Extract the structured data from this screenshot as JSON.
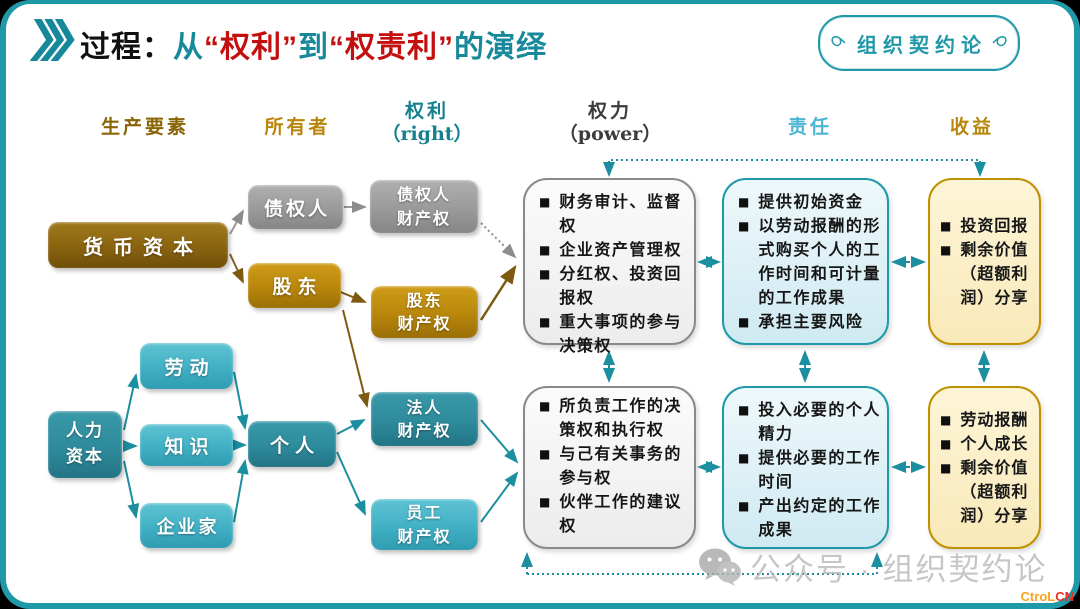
{
  "header": {
    "title_parts": [
      {
        "text": "过程：",
        "color": "#111111"
      },
      {
        "text": "从",
        "color": "#17899a"
      },
      {
        "text": "“权利”",
        "color": "#c40f0f"
      },
      {
        "text": "到",
        "color": "#17899a"
      },
      {
        "text": "“权责利”",
        "color": "#c40f0f"
      },
      {
        "text": "的演绎",
        "color": "#17899a"
      }
    ],
    "badge_label": "组织契约论"
  },
  "column_headers": {
    "factors": {
      "label": "生产要素",
      "color": "#8a6508"
    },
    "owners": {
      "label": "所有者",
      "color": "#b8860b"
    },
    "right": {
      "label": "权利",
      "sub": "（right）",
      "color": "#15818f"
    },
    "power": {
      "label": "权力",
      "sub": "（power）",
      "color": "#3c3c3c"
    },
    "duty": {
      "label": "责任",
      "color": "#4cb6d2"
    },
    "benefit": {
      "label": "收益",
      "color": "#b8860b"
    }
  },
  "nodes": {
    "money_capital": {
      "label": "货币资本"
    },
    "creditor": {
      "label": "债权人"
    },
    "shareholder": {
      "label": "股东"
    },
    "creditor_property_right": {
      "line1": "债权人",
      "line2": "财产权"
    },
    "shareholder_property_right": {
      "line1": "股东",
      "line2": "财产权"
    },
    "human_capital": {
      "line1": "人力",
      "line2": "资本"
    },
    "labor": {
      "label": "劳动"
    },
    "knowledge": {
      "label": "知识"
    },
    "entrepreneur": {
      "label": "企业家"
    },
    "individual": {
      "label": "个人"
    },
    "legal_person_property_right": {
      "line1": "法人",
      "line2": "财产权"
    },
    "employee_property_right": {
      "line1": "员工",
      "line2": "财产权"
    }
  },
  "detail_boxes": {
    "power_top": {
      "items": [
        "财务审计、监督权",
        "企业资产管理权",
        "分红权、投资回报权",
        "重大事项的参与决策权"
      ]
    },
    "power_bottom": {
      "items": [
        "所负责工作的决策权和执行权",
        "与己有关事务的参与权",
        "伙伴工作的建议权"
      ]
    },
    "duty_top": {
      "items": [
        "提供初始资金",
        "以劳动报酬的形式购买个人的工作时间和可计量的工作成果",
        "承担主要风险"
      ]
    },
    "duty_bottom": {
      "items": [
        "投入必要的个人精力",
        "提供必要的工作时间",
        "产出约定的工作成果"
      ]
    },
    "benefit_top": {
      "items": [
        "投资回报",
        "剩余价值（超额利润）分享"
      ]
    },
    "benefit_bottom": {
      "items": [
        "劳动报酬",
        "个人成长",
        "剩余价值（超额利润）分享"
      ]
    }
  },
  "icons": {
    "bullet": "■"
  },
  "watermark": {
    "text": "公众号 · 组织契约论"
  },
  "corner_mark": {
    "part1": "CtroL",
    "part2": "CN"
  },
  "colors": {
    "frame_accent": "#1f98a8",
    "title_red": "#c40f0f",
    "title_teal": "#17899a",
    "node_brown": "#8a6310",
    "node_gray": "#9a9a9a",
    "node_gold": "#b8860b",
    "node_teal_dark": "#2d8b9c",
    "node_teal": "#41b0c4",
    "box_power_fill": "#f0f0f0",
    "box_duty_fill": "#daeef5",
    "box_benefit_fill": "#fbf0c8"
  }
}
